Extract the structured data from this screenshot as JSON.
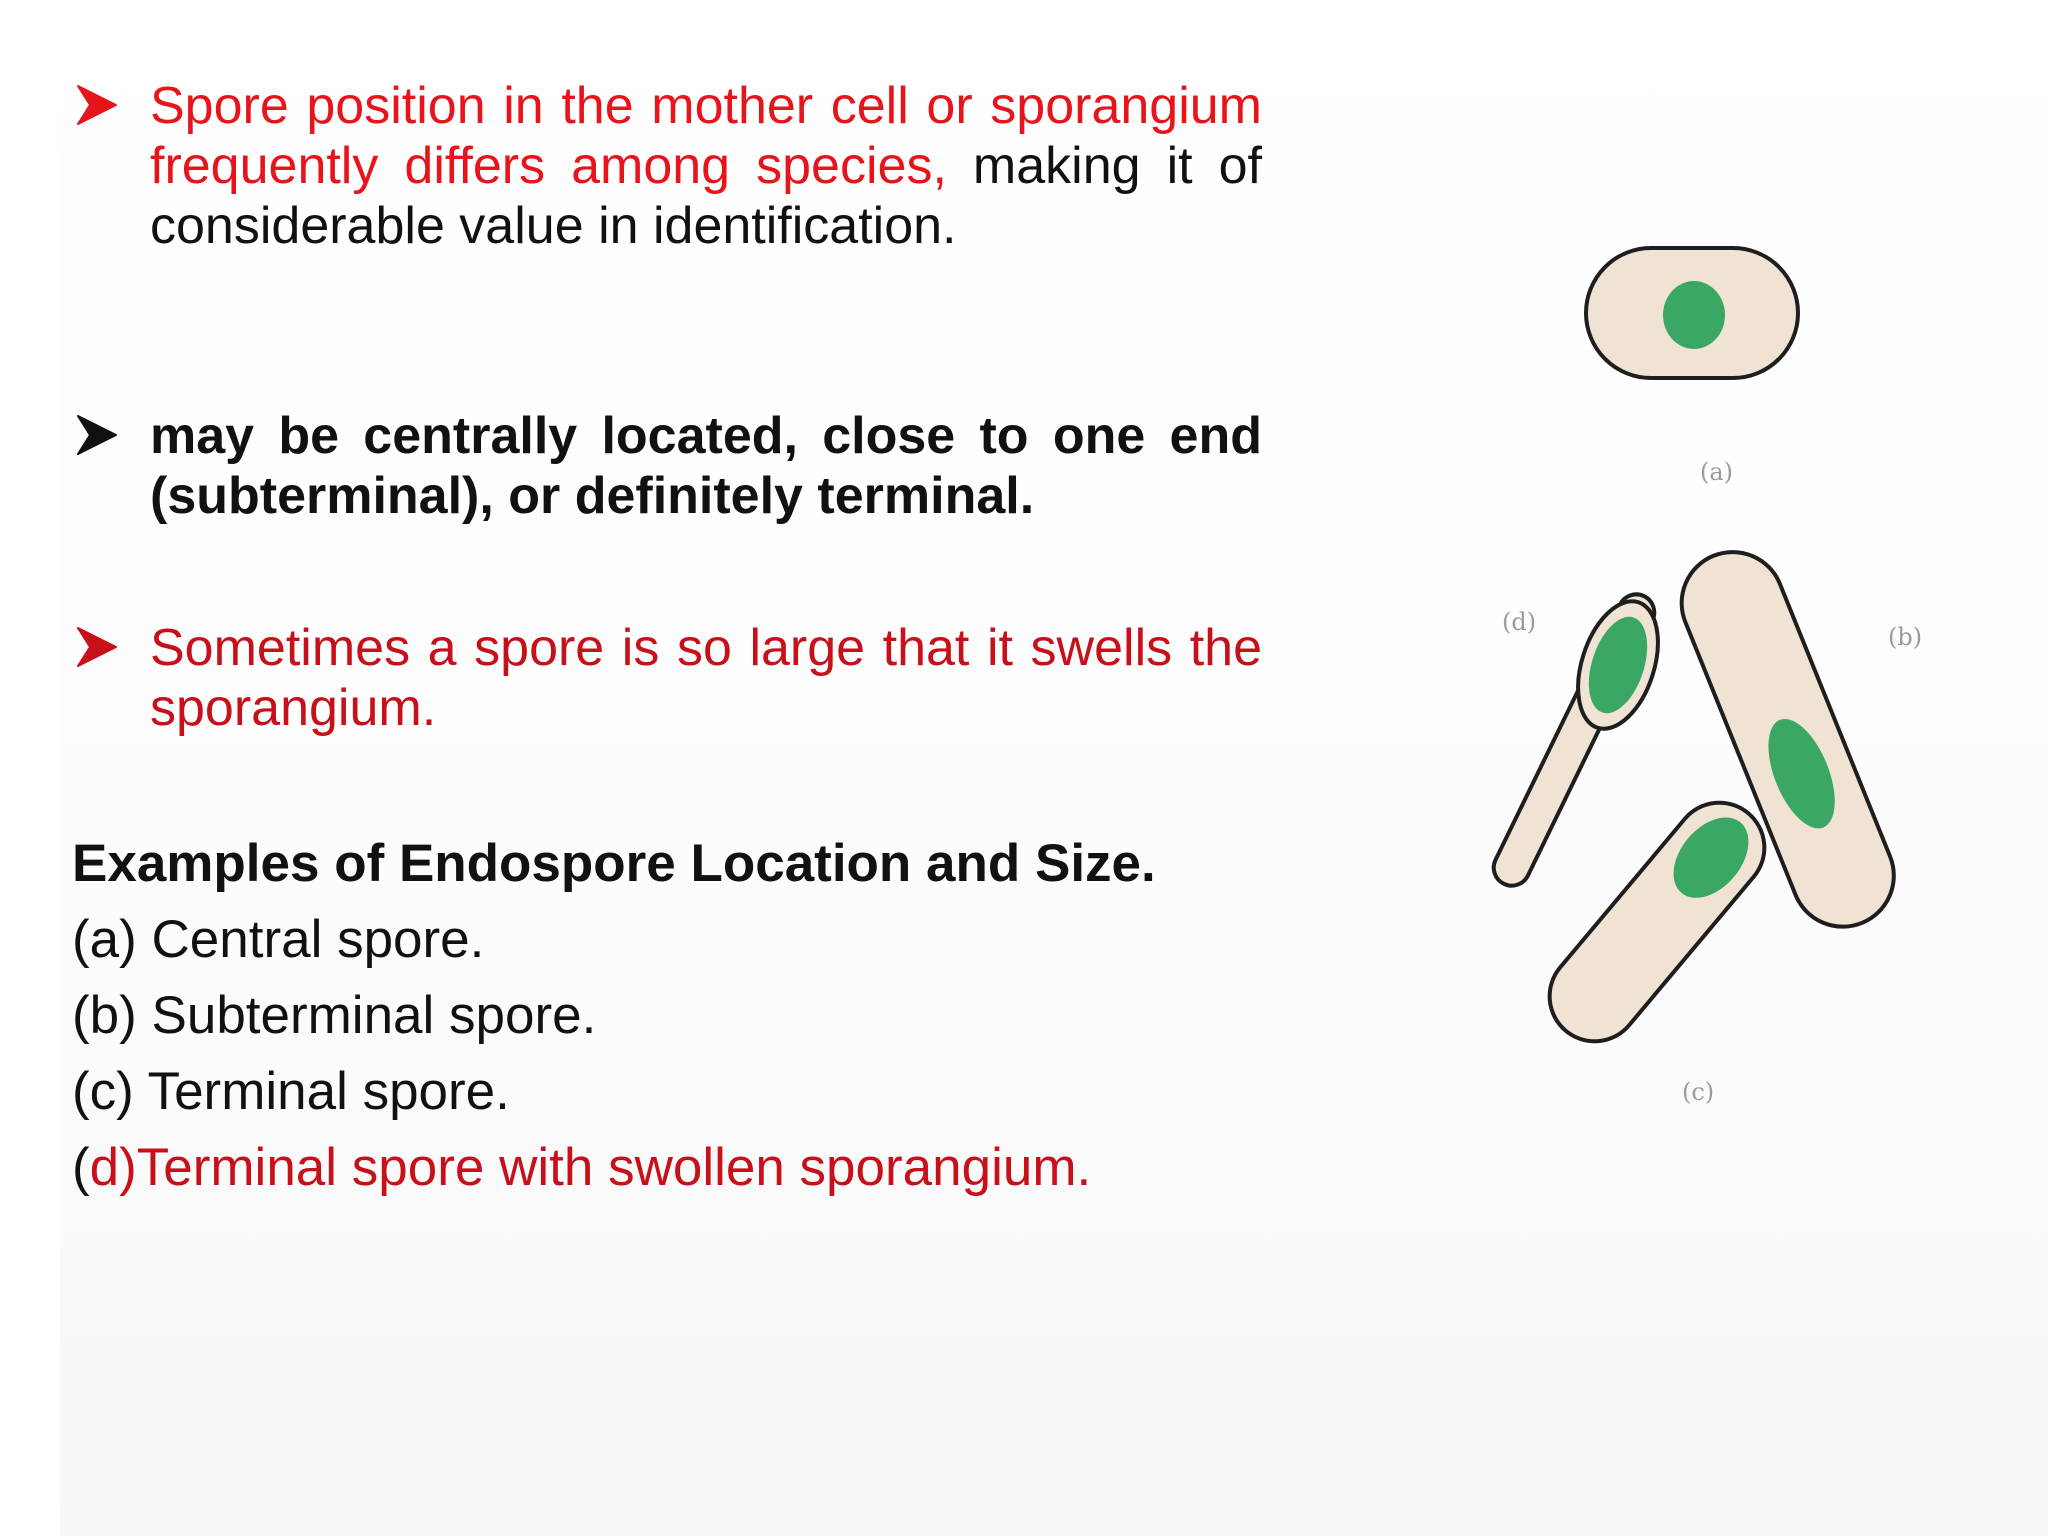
{
  "bullets": [
    {
      "red_part": "Spore position in the mother cell or sporangium frequently differs among species,",
      "black_part": " making it of considerable value in identification."
    },
    {
      "bold_text": "may be centrally located, close to one end (subterminal), or definitely terminal."
    },
    {
      "red_text": "Sometimes a spore is so large that it swells the sporangium."
    }
  ],
  "examples": {
    "title": "Examples of Endospore Location and Size.",
    "a": "(a) Central spore.",
    "b": "(b) Subterminal spore.",
    "c": "(c) Terminal spore.",
    "d_open": "(",
    "d_red": "d)Terminal spore with swollen sporangium."
  },
  "figure": {
    "label_a": "(a)",
    "label_b": "(b)",
    "label_c": "(c)",
    "label_d": "(d)"
  },
  "colors": {
    "red": "#e8141b",
    "dark_red": "#c8101a",
    "cell_fill": "#f1e3d3",
    "spore_green": "#3aa864",
    "outline": "#1e1e1e"
  }
}
